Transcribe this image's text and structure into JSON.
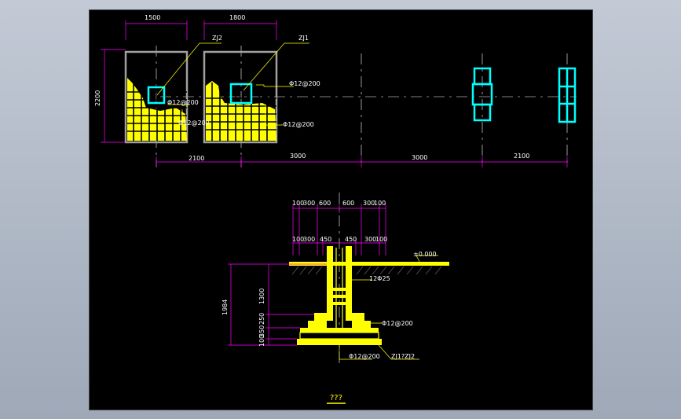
{
  "colors": {
    "background": "#000000",
    "dimension_line": "#ff00ff",
    "concrete": "#ffff00",
    "column": "#00ffff",
    "outline": "#a0a0a0",
    "axis": "#ffffff",
    "leader": "#ffff00"
  },
  "plan": {
    "zj2_width": "1500",
    "zj1_width": "1800",
    "height_dim": "2200",
    "zj2_label": "ZJ2",
    "zj1_label": "ZJ1",
    "zj1_rebar_top": "Φ12@200",
    "zj1_rebar_bottom": "Φ12@200",
    "zj2_rebar_top": "Φ12@200",
    "zj2_rebar_mid": "Φ12@200",
    "spans": [
      "2100",
      "3000",
      "3000",
      "2100"
    ]
  },
  "section": {
    "top_dims_row1": [
      "100",
      "300",
      "600",
      "600",
      "300",
      "100"
    ],
    "top_dims_row2": [
      "100",
      "300",
      "450",
      "450",
      "300",
      "100"
    ],
    "elevation": "±0.000",
    "column_rebar": "12Φ25",
    "step_rebar": "Φ12@200",
    "base_rebar": "Φ12@200",
    "footing_label": "ZJ1?ZJ2",
    "total_height": "1984",
    "height_1300": "1300",
    "height_250": "250",
    "height_350": "350",
    "height_100": "100"
  },
  "title": "???"
}
